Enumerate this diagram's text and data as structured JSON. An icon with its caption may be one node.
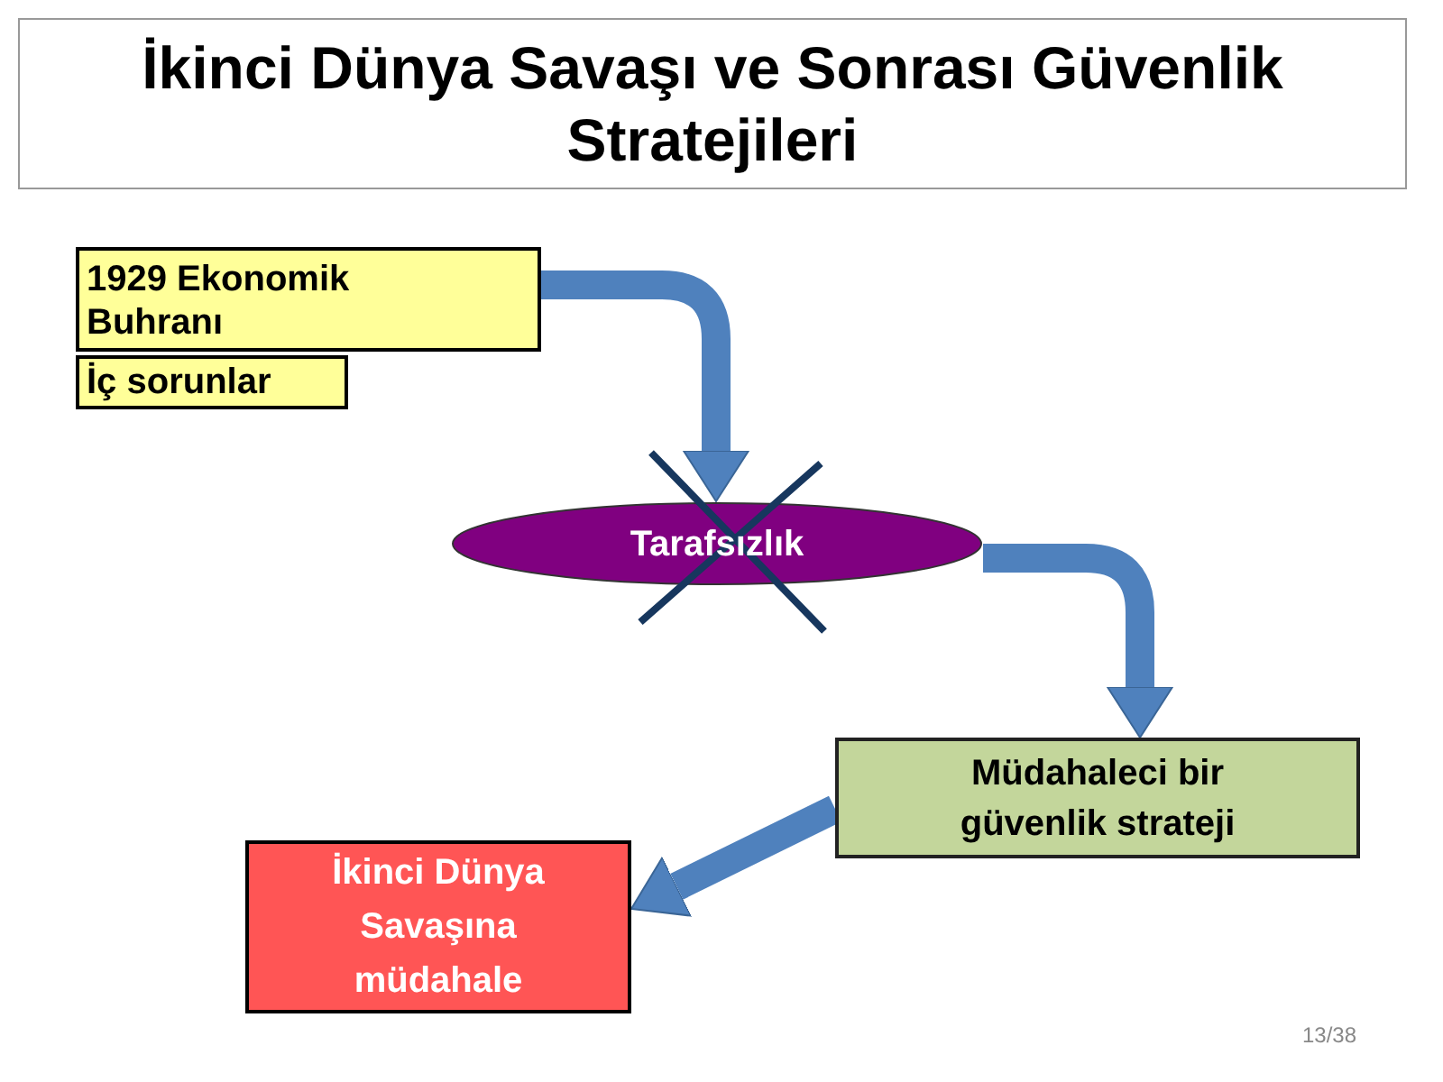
{
  "diagram": {
    "title": "İkinci Dünya Savaşı ve Sonrası Güvenlik Stratejileri",
    "nodes": [
      {
        "text": [
          "1929 Ekonomik Buhranı"
        ]
      },
      {
        "text": [
          "İç sorunlar"
        ]
      },
      {
        "text": [
          "Tarafsızlık"
        ]
      },
      {
        "text": [
          "Müdahaleci bir güvenlik strateji"
        ]
      },
      {
        "text": [
          "İkinci Dünya Savaşına müdahale"
        ]
      }
    ],
    "edges": [
      {
        "from": 0,
        "to": 2,
        "arrow": "to"
      },
      {
        "from": 2,
        "to": 3,
        "arrow": "to"
      },
      {
        "from": 3,
        "to": 4,
        "arrow": "to"
      }
    ],
    "labels": [
      "13/38"
    ]
  }
}
